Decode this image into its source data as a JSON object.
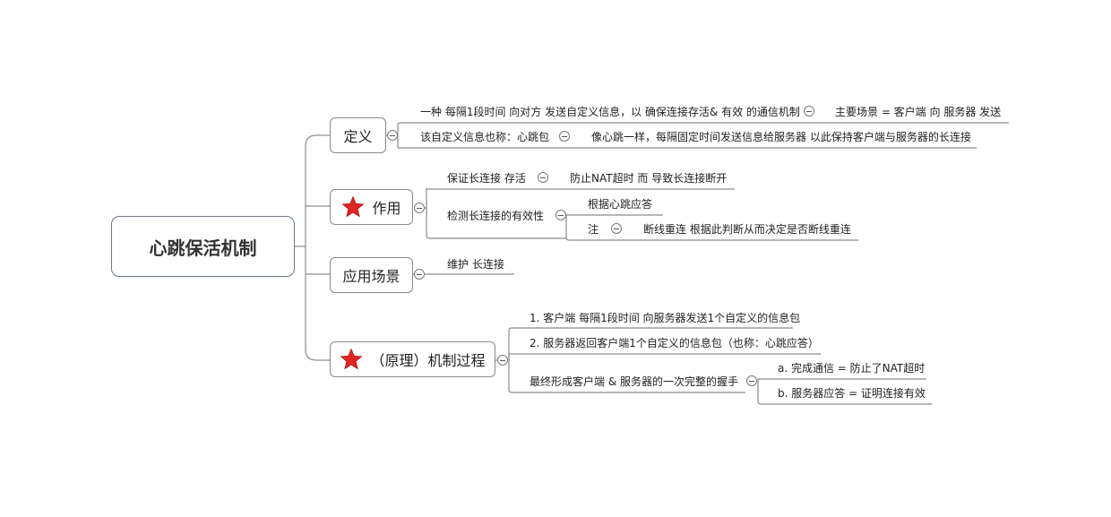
{
  "root": {
    "label": "心跳保活机制"
  },
  "branches": {
    "definition": {
      "label": "定义",
      "items": [
        {
          "text": "一种 每隔1段时间 向对方 发送自定义信息，以 确保连接存活& 有效 的通信机制",
          "child": "主要场景 = 客户端 向 服务器 发送"
        },
        {
          "text": "该自定义信息也称：心跳包",
          "child": "像心跳一样，每隔固定时间发送信息给服务器 以此保持客户端与服务器的长连接"
        }
      ]
    },
    "purpose": {
      "label": "作用",
      "marker": "red-star-icon",
      "items": [
        {
          "text": "保证长连接 存活",
          "child": "防止NAT超时 而 导致长连接断开"
        },
        {
          "text": "检测长连接的有效性",
          "children": [
            {
              "text": "根据心跳应答"
            },
            {
              "text": "注",
              "child": "断线重连 根据此判断从而决定是否断线重连"
            }
          ]
        }
      ]
    },
    "scenario": {
      "label": "应用场景",
      "items": [
        {
          "text": "维护 长连接"
        }
      ]
    },
    "process": {
      "label": "（原理）机制过程",
      "marker": "red-star-icon",
      "items": [
        {
          "text": "1. 客户端 每隔1段时间 向服务器发送1个自定义的信息包"
        },
        {
          "text": "2. 服务器返回客户端1个自定义的信息包（也称：心跳应答）"
        },
        {
          "text": "最终形成客户端 & 服务器的一次完整的握手",
          "children": [
            {
              "text": "a. 完成通信 = 防止了NAT超时"
            },
            {
              "text": "b. 服务器应答 = 证明连接有效"
            }
          ]
        }
      ]
    }
  },
  "colors": {
    "line": "#8c8c8c",
    "border": "#8a8a8a",
    "star": "#e02424",
    "text": "#222222"
  }
}
